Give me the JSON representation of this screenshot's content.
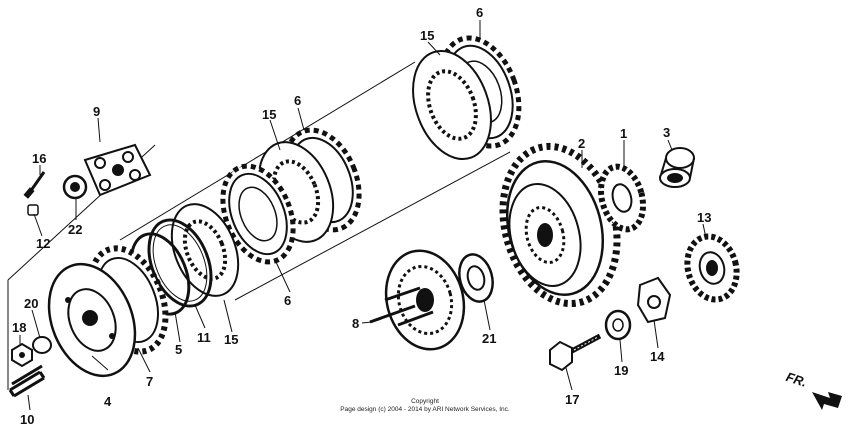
{
  "callouts": {
    "c1": "1",
    "c2": "2",
    "c3": "3",
    "c4": "4",
    "c5": "5",
    "c6a": "6",
    "c6b": "6",
    "c6c": "6",
    "c7": "7",
    "c8": "8",
    "c9": "9",
    "c10": "10",
    "c11": "11",
    "c12": "12",
    "c13": "13",
    "c14": "14",
    "c15a": "15",
    "c15b": "15",
    "c15c": "15",
    "c16": "16",
    "c17": "17",
    "c18": "18",
    "c19": "19",
    "c20": "20",
    "c21": "21",
    "c22": "22"
  },
  "footer": {
    "copyright": "Copyright",
    "credit": "Page design (c) 2004 - 2014 by ARI Network Services, Inc."
  },
  "direction_marker": "FR."
}
